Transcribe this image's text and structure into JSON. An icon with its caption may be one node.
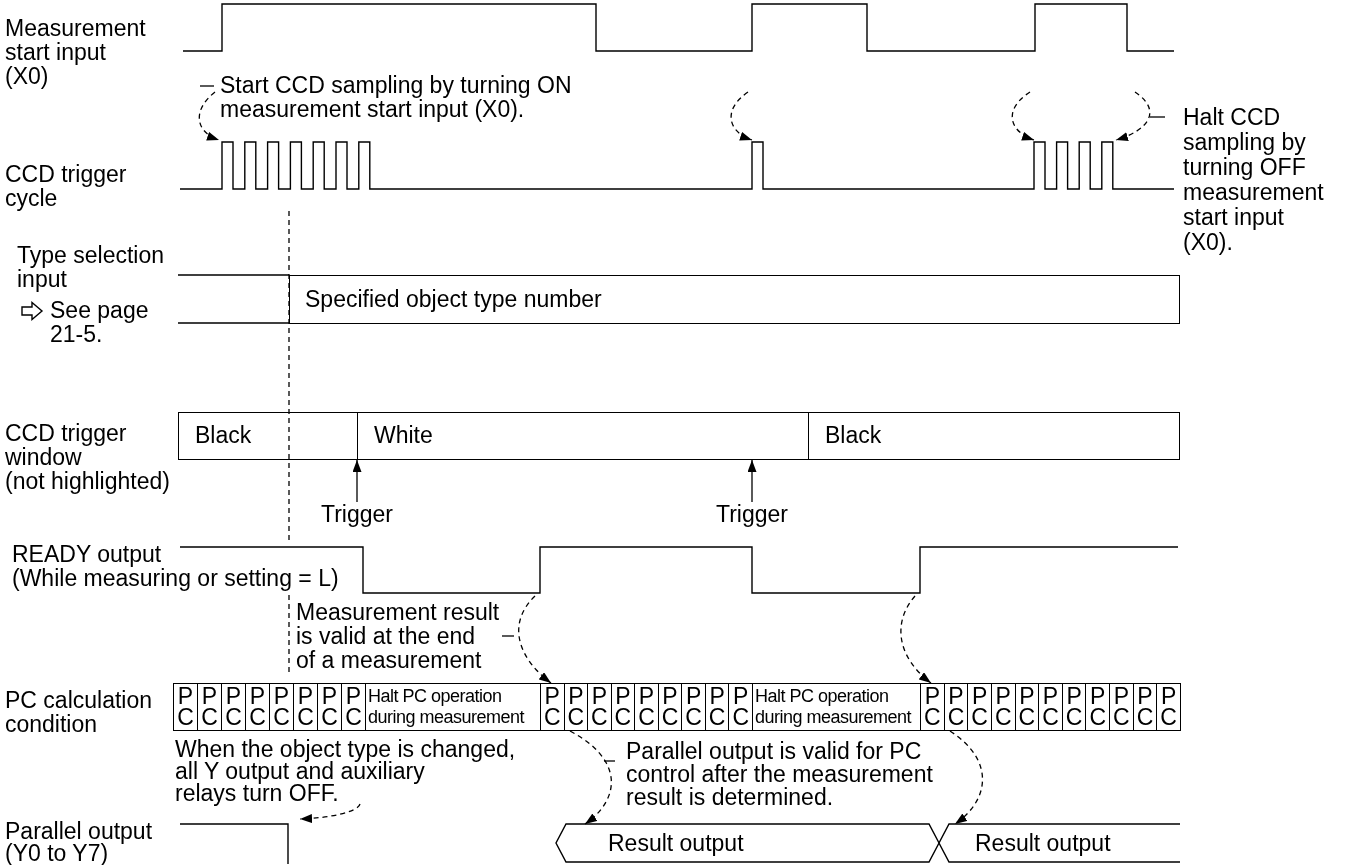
{
  "diagram": {
    "nodes": [
      {
        "text": [
          "Measurement start input (X0)"
        ]
      },
      {
        "text": [
          "CCD trigger cycle"
        ]
      },
      {
        "text": [
          "Type selection input",
          "See page 21-5."
        ]
      },
      {
        "text": [
          "Specified object type number"
        ]
      },
      {
        "text": [
          "CCD trigger window (not highlighted)"
        ]
      },
      {
        "text": [
          "Black"
        ],
        "in": 4
      },
      {
        "text": [
          "White"
        ],
        "in": 4
      },
      {
        "text": [
          "Black"
        ],
        "in": 4
      },
      {
        "text": [
          "Trigger"
        ]
      },
      {
        "text": [
          "Trigger"
        ]
      },
      {
        "text": [
          "READY output (While measuring or setting = L)"
        ]
      },
      {
        "text": [
          "PC calculation condition"
        ]
      },
      {
        "text": [
          "P C"
        ],
        "in": 11
      },
      {
        "text": [
          "P C"
        ],
        "in": 11
      },
      {
        "text": [
          "P C"
        ],
        "in": 11
      },
      {
        "text": [
          "P C"
        ],
        "in": 11
      },
      {
        "text": [
          "P C"
        ],
        "in": 11
      },
      {
        "text": [
          "P C"
        ],
        "in": 11
      },
      {
        "text": [
          "P C"
        ],
        "in": 11
      },
      {
        "text": [
          "P C"
        ],
        "in": 11
      },
      {
        "text": [
          "Halt PC operation during measurement"
        ],
        "in": 11
      },
      {
        "text": [
          "P C"
        ],
        "in": 11
      },
      {
        "text": [
          "P C"
        ],
        "in": 11
      },
      {
        "text": [
          "P C"
        ],
        "in": 11
      },
      {
        "text": [
          "P C"
        ],
        "in": 11
      },
      {
        "text": [
          "P C"
        ],
        "in": 11
      },
      {
        "text": [
          "P C"
        ],
        "in": 11
      },
      {
        "text": [
          "P C"
        ],
        "in": 11
      },
      {
        "text": [
          "P C"
        ],
        "in": 11
      },
      {
        "text": [
          "P C"
        ],
        "in": 11
      },
      {
        "text": [
          "Halt PC operation during measurement"
        ],
        "in": 11
      },
      {
        "text": [
          "P C"
        ],
        "in": 11
      },
      {
        "text": [
          "P C"
        ],
        "in": 11
      },
      {
        "text": [
          "P C"
        ],
        "in": 11
      },
      {
        "text": [
          "P C"
        ],
        "in": 11
      },
      {
        "text": [
          "P C"
        ],
        "in": 11
      },
      {
        "text": [
          "P C"
        ],
        "in": 11
      },
      {
        "text": [
          "P C"
        ],
        "in": 11
      },
      {
        "text": [
          "P C"
        ],
        "in": 11
      },
      {
        "text": [
          "P C"
        ],
        "in": 11
      },
      {
        "text": [
          "P C"
        ],
        "in": 11
      },
      {
        "text": [
          "P C"
        ],
        "in": 11
      },
      {
        "text": [
          "When the object type is changed, all Y output and auxiliary relays turn OFF."
        ]
      },
      {
        "text": [
          "Parallel output (Y0 to Y7)"
        ]
      },
      {
        "text": [
          "Result output"
        ],
        "in": 43
      },
      {
        "text": [
          "Result output"
        ],
        "in": 43
      }
    ],
    "edges": [
      {
        "from": 0,
        "to": 1,
        "arrow": "to",
        "style": "dashed"
      },
      {
        "from": 0,
        "to": 1,
        "arrow": "to",
        "style": "dashed"
      },
      {
        "from": 0,
        "to": 1,
        "arrow": "to",
        "style": "dashed"
      },
      {
        "from": 0,
        "to": 1,
        "arrow": "to",
        "style": "dashed"
      },
      {
        "from": 8,
        "to": 6,
        "arrow": "to"
      },
      {
        "from": 9,
        "to": 6,
        "arrow": "to"
      },
      {
        "from": 10,
        "to": 21,
        "arrow": "to",
        "style": "dashed"
      },
      {
        "from": 10,
        "to": 31,
        "arrow": "to",
        "style": "dashed"
      },
      {
        "from": 22,
        "to": 44,
        "arrow": "to",
        "style": "dashed"
      },
      {
        "from": 32,
        "to": 45,
        "arrow": "to",
        "style": "dashed"
      },
      {
        "from": 42,
        "to": 43,
        "arrow": "to",
        "style": "dashed"
      }
    ],
    "labels": [
      "Start CCD sampling by turning ON measurement start input (X0).",
      "Halt CCD sampling by turning OFF measurement start input (X0).",
      "Measurement result is valid at the end of a measurement",
      "Parallel output is valid for PC control after the measurement result is determined."
    ]
  }
}
